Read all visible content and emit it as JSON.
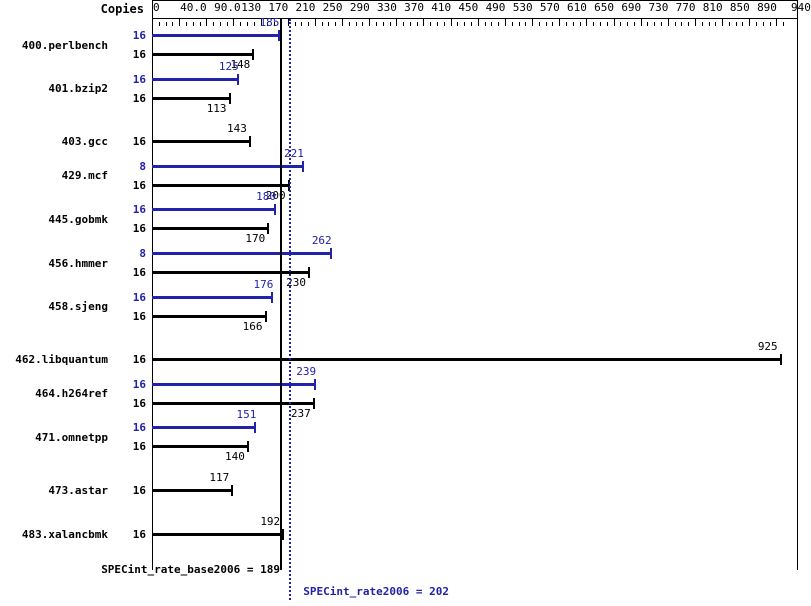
{
  "header": {
    "copies_label": "Copies"
  },
  "axis": {
    "min": 0,
    "max": 940,
    "labels": [
      {
        "text": "0",
        "value": 0
      },
      {
        "text": "40.0",
        "value": 40
      },
      {
        "text": "90.0",
        "value": 90
      },
      {
        "text": "130",
        "value": 130
      },
      {
        "text": "170",
        "value": 170
      },
      {
        "text": "210",
        "value": 210
      },
      {
        "text": "250",
        "value": 250
      },
      {
        "text": "290",
        "value": 290
      },
      {
        "text": "330",
        "value": 330
      },
      {
        "text": "370",
        "value": 370
      },
      {
        "text": "410",
        "value": 410
      },
      {
        "text": "450",
        "value": 450
      },
      {
        "text": "490",
        "value": 490
      },
      {
        "text": "530",
        "value": 530
      },
      {
        "text": "570",
        "value": 570
      },
      {
        "text": "610",
        "value": 610
      },
      {
        "text": "650",
        "value": 650
      },
      {
        "text": "690",
        "value": 690
      },
      {
        "text": "730",
        "value": 730
      },
      {
        "text": "770",
        "value": 770
      },
      {
        "text": "810",
        "value": 810
      },
      {
        "text": "850",
        "value": 850
      },
      {
        "text": "890",
        "value": 890
      },
      {
        "text": "940",
        "value": 940
      }
    ],
    "major_ticks": [
      0,
      40,
      80,
      120,
      160,
      200,
      240,
      280,
      320,
      360,
      400,
      440,
      480,
      520,
      560,
      600,
      640,
      680,
      720,
      760,
      800,
      840,
      880,
      920
    ],
    "minor_step": 10
  },
  "reference_lines": [
    {
      "name": "base",
      "value": 189,
      "color": "#000000",
      "style": "solid"
    },
    {
      "name": "peak",
      "value": 202,
      "color": "#2222aa",
      "style": "dotted"
    }
  ],
  "colors": {
    "base": "#000000",
    "peak": "#2222aa",
    "background": "#ffffff"
  },
  "footer": {
    "base_text": "SPECint_rate_base2006 = 189",
    "peak_text": "SPECint_rate2006 = 202"
  },
  "chart_data": {
    "type": "bar",
    "orientation": "horizontal",
    "title": "",
    "xlabel": "",
    "ylabel": "",
    "xlim": [
      0,
      940
    ],
    "grid": false,
    "legend": [
      "peak",
      "base"
    ],
    "categories": [
      "400.perlbench",
      "401.bzip2",
      "403.gcc",
      "429.mcf",
      "445.gobmk",
      "456.hmmer",
      "458.sjeng",
      "462.libquantum",
      "464.h264ref",
      "471.omnetpp",
      "473.astar",
      "483.xalancbmk"
    ],
    "series": [
      {
        "name": "peak",
        "color": "#2222aa",
        "values": [
          185,
          125,
          null,
          221,
          180,
          262,
          176,
          null,
          239,
          151,
          null,
          null
        ],
        "copies": [
          "16",
          "16",
          null,
          "8",
          "16",
          "8",
          "16",
          null,
          "16",
          "16",
          null,
          null
        ]
      },
      {
        "name": "base",
        "color": "#000000",
        "values": [
          148,
          113,
          143,
          200,
          170,
          230,
          166,
          925,
          237,
          140,
          117,
          192
        ],
        "copies": [
          "16",
          "16",
          "16",
          "16",
          "16",
          "16",
          "16",
          "16",
          "16",
          "16",
          "16",
          "16"
        ]
      }
    ],
    "benchmarks": [
      {
        "name": "400.perlbench",
        "peak_copies": "16",
        "peak": 185,
        "base_copies": "16",
        "base": 148
      },
      {
        "name": "401.bzip2",
        "peak_copies": "16",
        "peak": 125,
        "base_copies": "16",
        "base": 113
      },
      {
        "name": "403.gcc",
        "peak_copies": null,
        "peak": null,
        "base_copies": "16",
        "base": 143
      },
      {
        "name": "429.mcf",
        "peak_copies": "8",
        "peak": 221,
        "base_copies": "16",
        "base": 200
      },
      {
        "name": "445.gobmk",
        "peak_copies": "16",
        "peak": 180,
        "base_copies": "16",
        "base": 170
      },
      {
        "name": "456.hmmer",
        "peak_copies": "8",
        "peak": 262,
        "base_copies": "16",
        "base": 230
      },
      {
        "name": "458.sjeng",
        "peak_copies": "16",
        "peak": 176,
        "base_copies": "16",
        "base": 166
      },
      {
        "name": "462.libquantum",
        "peak_copies": null,
        "peak": null,
        "base_copies": "16",
        "base": 925
      },
      {
        "name": "464.h264ref",
        "peak_copies": "16",
        "peak": 239,
        "base_copies": "16",
        "base": 237
      },
      {
        "name": "471.omnetpp",
        "peak_copies": "16",
        "peak": 151,
        "base_copies": "16",
        "base": 140
      },
      {
        "name": "473.astar",
        "peak_copies": null,
        "peak": null,
        "base_copies": "16",
        "base": 117
      },
      {
        "name": "483.xalancbmk",
        "peak_copies": null,
        "peak": null,
        "base_copies": "16",
        "base": 192
      }
    ],
    "summary": {
      "SPECint_rate_base2006": 189,
      "SPECint_rate2006": 202
    }
  }
}
